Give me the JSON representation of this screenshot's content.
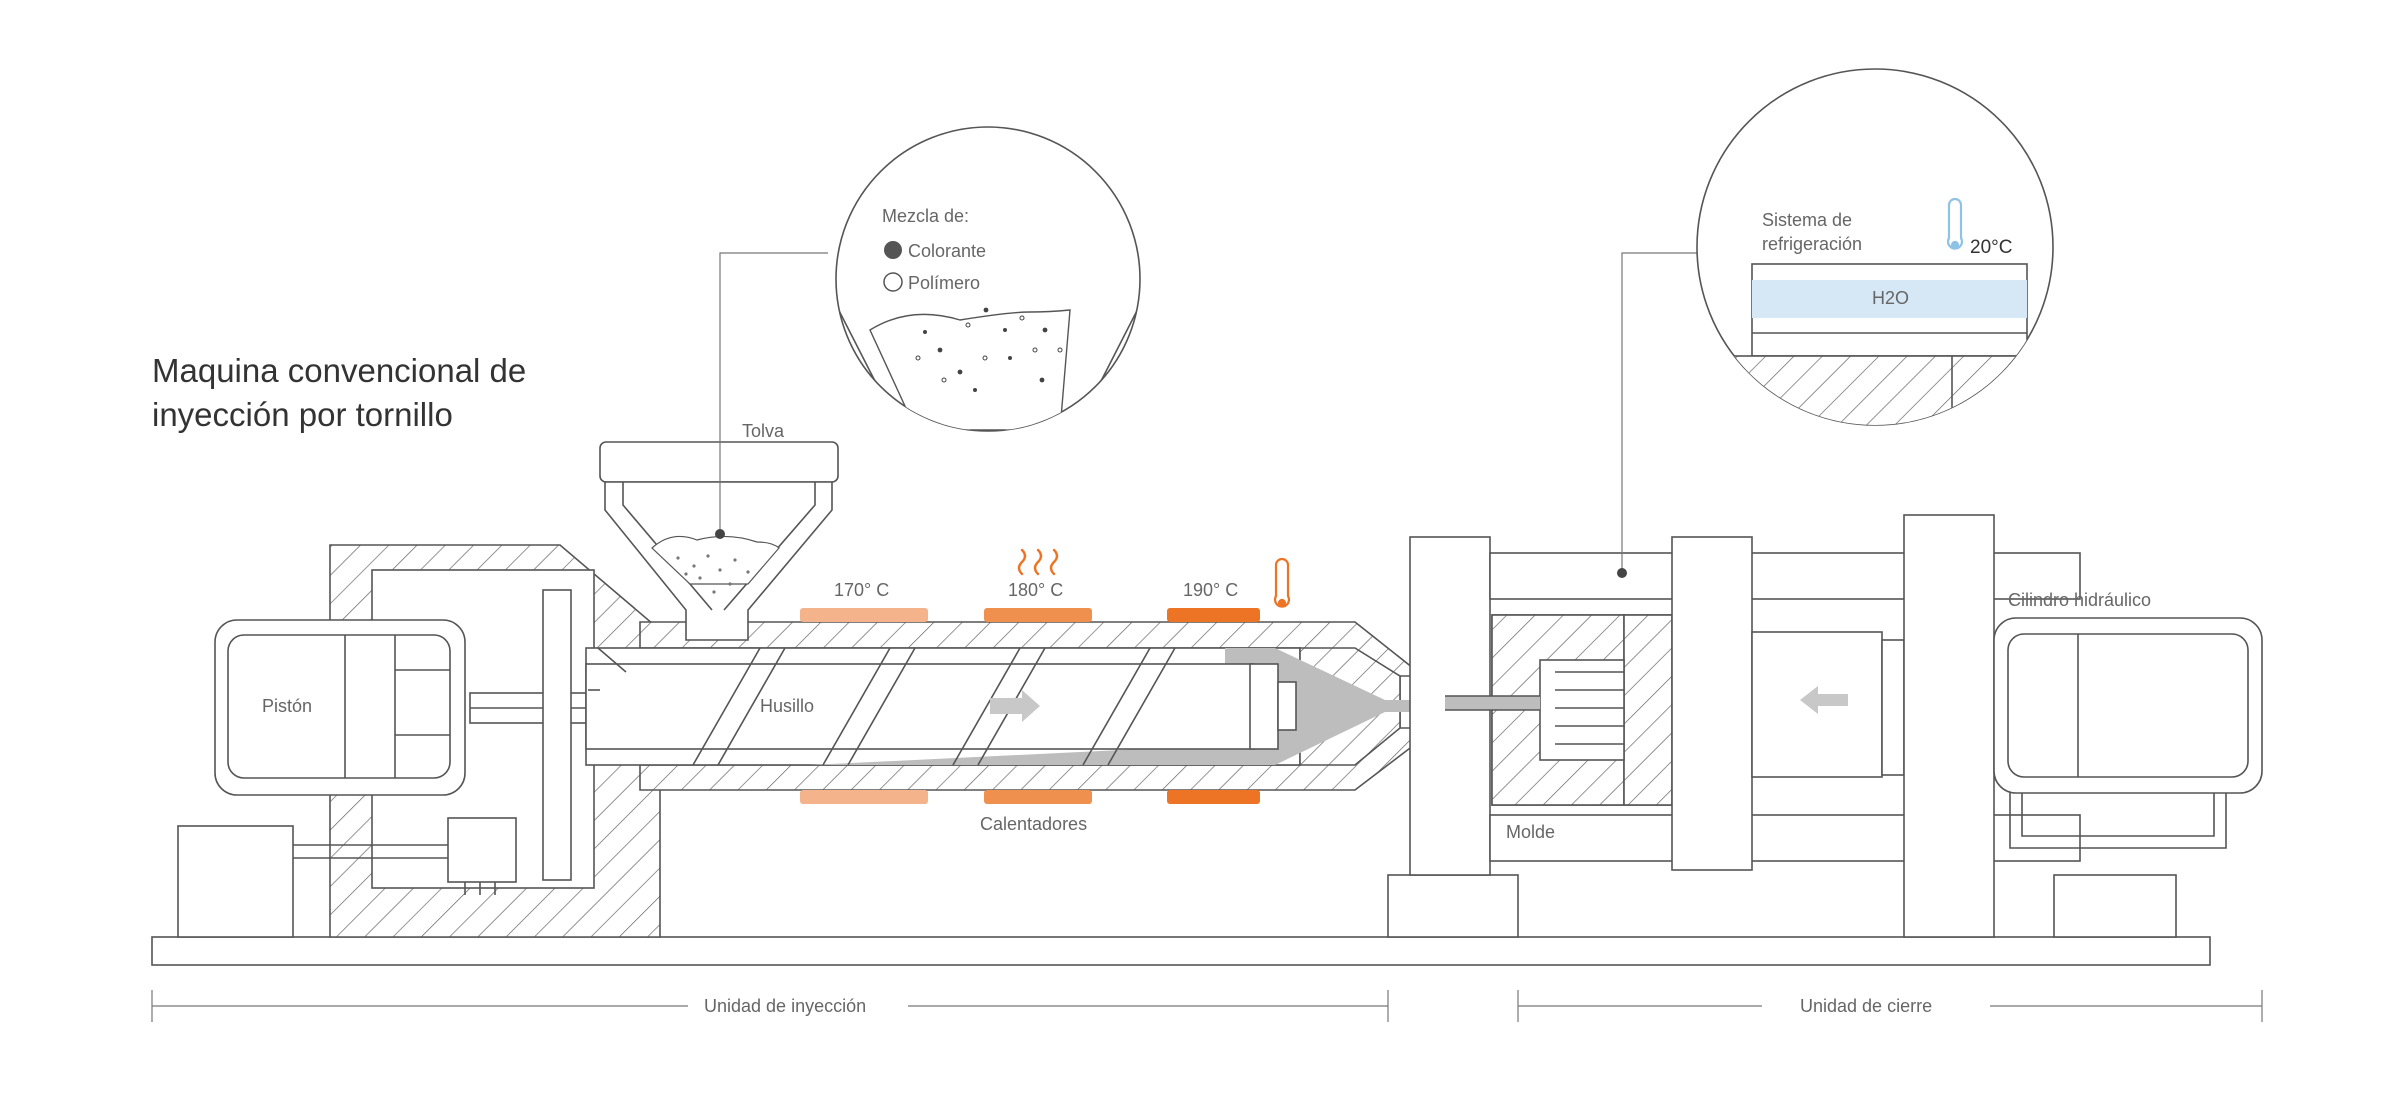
{
  "title": {
    "line1": "Maquina convencional de",
    "line2": "inyección por tornillo"
  },
  "labels": {
    "piston": "Pistón",
    "tolva": "Tolva",
    "husillo": "Husillo",
    "calentadores": "Calentadores",
    "molde": "Molde",
    "cilindro": "Cilindro hidráulico"
  },
  "temperatures": [
    "170° C",
    "180° C",
    "190° C"
  ],
  "callout_mix": {
    "heading": "Mezcla de:",
    "item1": "Colorante",
    "item2": "Polímero"
  },
  "callout_cooling": {
    "heading_line1": "Sistema de",
    "heading_line2": "refrigeración",
    "temperature": "20°C",
    "fluid": "H2O"
  },
  "units": {
    "injection": "Unidad de inyección",
    "clamping": "Unidad de cierre"
  },
  "colors": {
    "heater_170": "#f4b38a",
    "heater_180": "#f0904f",
    "heater_190": "#ec7424",
    "heat_icon": "#ec7424",
    "water": "#d6e8f6",
    "thermo_cold": "#8fc3e6",
    "material": "#bdbdbd",
    "line": "#555555"
  }
}
